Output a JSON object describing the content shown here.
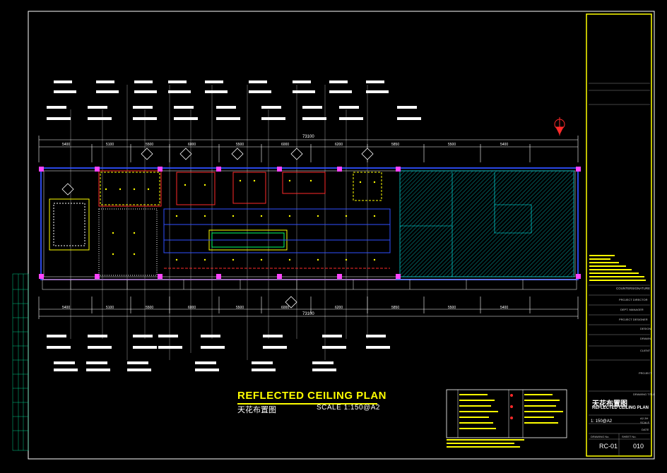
{
  "drawing": {
    "title_en": "REFLECTED CEILING PLAN",
    "title_cn": "天花布置图",
    "scale_text": "SCALE  1:150@A2",
    "overall_dimension": "73100",
    "top_dimensions": [
      "5400",
      "5100",
      "5500",
      "6000",
      "5500",
      "6000",
      "6200",
      "5850",
      "5500",
      "5400"
    ],
    "bottom_dimensions": [
      "5400",
      "5100",
      "5500",
      "6000",
      "5500",
      "6000",
      "6200",
      "5850",
      "5500",
      "5400"
    ]
  },
  "title_block": {
    "client_label": "COUNTERSIGNATURE",
    "project_label": "PROJECT DIRECTOR",
    "dept_label": "DEPT. MANAGER",
    "designer_label": "PROJECT DESIGNER",
    "design_label": "DESIGN",
    "drawn_label": "DRAWN",
    "client_field": "CLIENT",
    "project_field": "PROJECT",
    "drawing_title_label": "DRAWING TITLE",
    "drawing_name_cn": "天花布置图",
    "drawing_name_en": "REFLECTED CEILING PLAN",
    "scale_value": "1: 150@A2",
    "scale_label": "SCALE",
    "size_label": "A2-3H",
    "date_label": "DATE",
    "drawing_no_label": "DRAWING No.",
    "sheet_no_label": "SHEET No.",
    "drawing_no": "RC-01",
    "sheet_no": "010"
  },
  "colors": {
    "background": "#000000",
    "frame": "#ffff00",
    "walls": "#2f4fff",
    "grid": "#ffffff",
    "hatch": "#00cccc",
    "accent_red": "#ff2a2a",
    "magenta": "#ff44ff",
    "green": "#00ff66",
    "yellow": "#ffff00"
  }
}
